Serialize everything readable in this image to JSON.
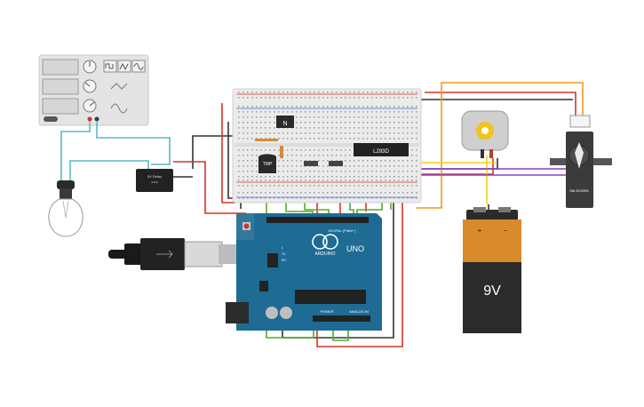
{
  "canvas": {
    "background": "#ffffff"
  },
  "colors": {
    "wire_red": "#d9312b",
    "wire_black": "#333333",
    "wire_green": "#4caf2a",
    "wire_orange": "#f19a1d",
    "wire_yellow": "#f2cf1f",
    "wire_purple": "#8e3fbf",
    "wire_cyan": "#5bb7c9",
    "arduino_blue": "#1e6b94",
    "breadboard": "#ebebeb",
    "battery_orange": "#d98a2b",
    "battery_black": "#2b2b2b"
  },
  "components": {
    "function_generator": {
      "icon": "function-generator-icon"
    },
    "lamp": {
      "icon": "light-bulb-icon"
    },
    "relay": {
      "label": "5V Relay"
    },
    "breadboard": {
      "icon": "breadboard-icon"
    },
    "npn_transistor": {
      "label": "N"
    },
    "temperature_sensor": {
      "label": "TMP"
    },
    "motor_driver": {
      "label": "L293D"
    },
    "dc_motor": {
      "icon": "dc-motor-icon"
    },
    "servo": {
      "label": "SM-S2309S"
    },
    "battery": {
      "label": "9V",
      "plus": "+",
      "minus": "−"
    },
    "arduino": {
      "logo_text": "ARDUINO",
      "model": "UNO",
      "digital_label": "DIGITAL (PWM~)",
      "power_label": "POWER",
      "analog_label": "ANALOG IN",
      "tx_label": "TX",
      "rx_label": "RX",
      "l_label": "L"
    },
    "usb_cable": {
      "icon": "usb-plug-icon"
    }
  }
}
